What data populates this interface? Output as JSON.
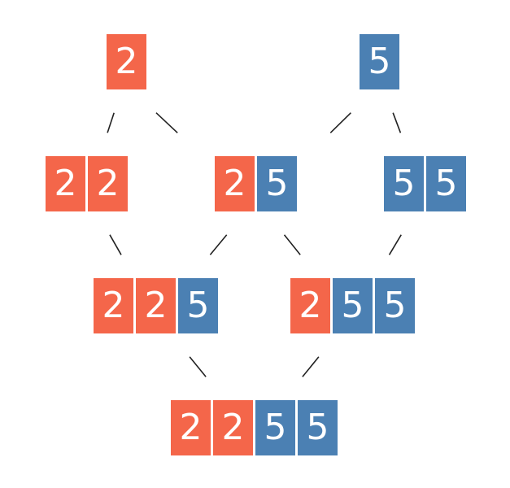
{
  "colors": {
    "2": "#f4664a",
    "5": "#4b80b3",
    "edge": "#222222"
  },
  "nodes": [
    {
      "id": "n2",
      "digits": [
        "2"
      ]
    },
    {
      "id": "n5",
      "digits": [
        "5"
      ]
    },
    {
      "id": "n22",
      "digits": [
        "2",
        "2"
      ]
    },
    {
      "id": "n25",
      "digits": [
        "2",
        "5"
      ]
    },
    {
      "id": "n55",
      "digits": [
        "5",
        "5"
      ]
    },
    {
      "id": "n225",
      "digits": [
        "2",
        "2",
        "5"
      ]
    },
    {
      "id": "n255",
      "digits": [
        "2",
        "5",
        "5"
      ]
    },
    {
      "id": "n2255",
      "digits": [
        "2",
        "2",
        "5",
        "5"
      ]
    }
  ],
  "edges": [
    [
      "n2",
      "n22"
    ],
    [
      "n2",
      "n25"
    ],
    [
      "n5",
      "n25"
    ],
    [
      "n5",
      "n55"
    ],
    [
      "n22",
      "n225"
    ],
    [
      "n25",
      "n225"
    ],
    [
      "n25",
      "n255"
    ],
    [
      "n55",
      "n255"
    ],
    [
      "n225",
      "n2255"
    ],
    [
      "n255",
      "n2255"
    ]
  ]
}
